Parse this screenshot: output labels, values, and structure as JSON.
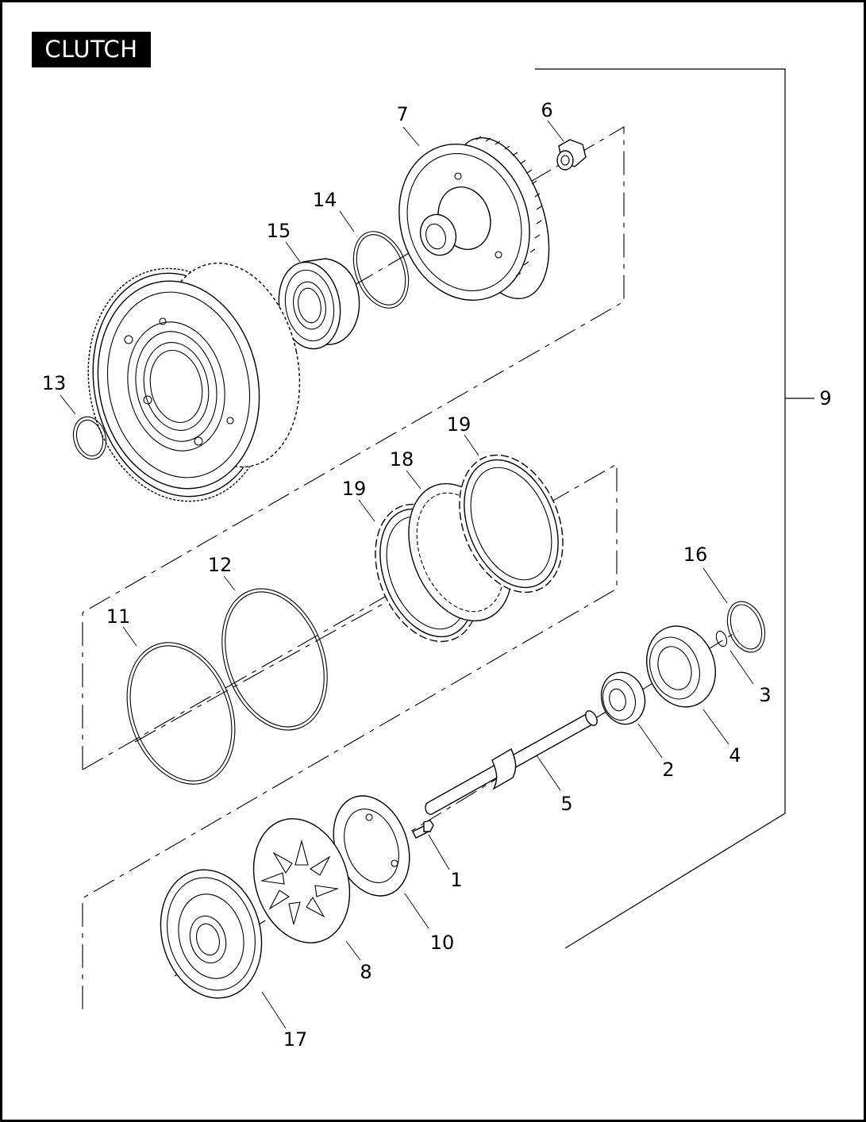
{
  "title": "CLUTCH",
  "callouts": [
    {
      "id": "c1",
      "text": "1"
    },
    {
      "id": "c2",
      "text": "2"
    },
    {
      "id": "c3",
      "text": "3"
    },
    {
      "id": "c4",
      "text": "4"
    },
    {
      "id": "c5",
      "text": "5"
    },
    {
      "id": "c6",
      "text": "6"
    },
    {
      "id": "c7",
      "text": "7"
    },
    {
      "id": "c8",
      "text": "8"
    },
    {
      "id": "c9",
      "text": "9"
    },
    {
      "id": "c10",
      "text": "10"
    },
    {
      "id": "c11",
      "text": "11"
    },
    {
      "id": "c12",
      "text": "12"
    },
    {
      "id": "c13",
      "text": "13"
    },
    {
      "id": "c14",
      "text": "14"
    },
    {
      "id": "c15",
      "text": "15"
    },
    {
      "id": "c16",
      "text": "16"
    },
    {
      "id": "c17",
      "text": "17"
    },
    {
      "id": "c18",
      "text": "18"
    },
    {
      "id": "c19a",
      "text": "19"
    },
    {
      "id": "c19b",
      "text": "19"
    }
  ]
}
